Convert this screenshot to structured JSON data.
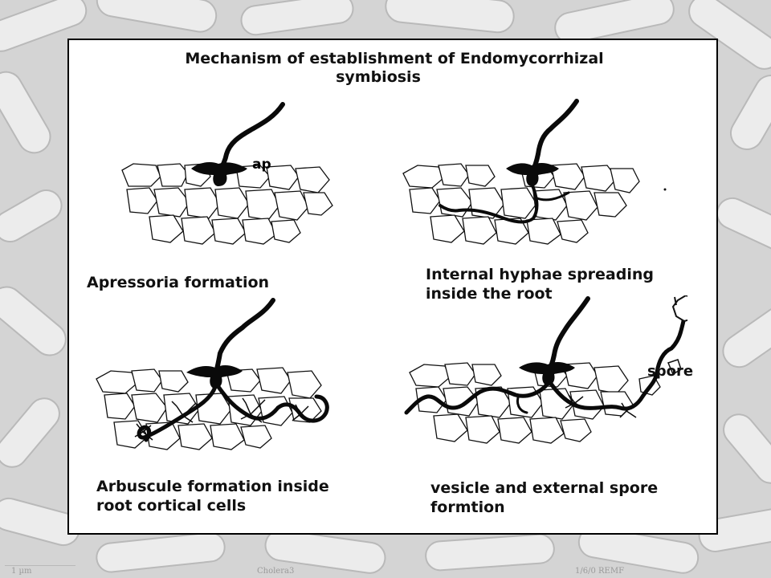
{
  "slide": {
    "title_line1": "Mechanism of establishment of Endomycorrhizal",
    "title_line2": "symbiosis"
  },
  "panels": {
    "p1": {
      "caption_line1": "Apressoria formation",
      "caption_line2": "",
      "label": "ap"
    },
    "p2": {
      "caption_line1": "Internal hyphae spreading",
      "caption_line2": "inside the root"
    },
    "p3": {
      "caption_line1": "Arbuscule formation inside",
      "caption_line2": "root cortical cells"
    },
    "p4": {
      "caption_line1": "vesicle and external spore",
      "caption_line2": "formtion",
      "label": "spore"
    }
  },
  "footer": {
    "scale": "1 µm",
    "name": "Cholera3",
    "info": "1/6/0  REMF"
  }
}
